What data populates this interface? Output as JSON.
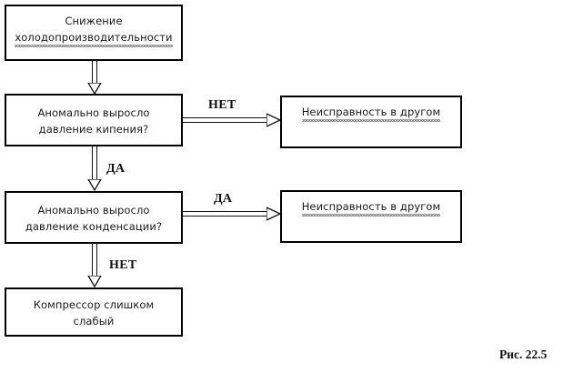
{
  "figure": {
    "caption": "Рис. 22.5",
    "background_color": "#ffffff",
    "line_color": "#000000"
  },
  "diagram": {
    "type": "flowchart",
    "title": "Снижение холодопроизводительности",
    "nodes": [
      {
        "id": "start",
        "label_line1": "Снижение",
        "label_line2": "холодопроизводительности",
        "spellcheck_underline": true,
        "shape": "rectangle"
      },
      {
        "id": "q1",
        "label_line1": "Аномально выросло",
        "label_line2": "давление кипения?",
        "spellcheck_underline": false,
        "shape": "rectangle"
      },
      {
        "id": "other1",
        "label_line1": "Неисправность в другом",
        "label_line2": "",
        "spellcheck_underline": true,
        "shape": "rectangle"
      },
      {
        "id": "q2",
        "label_line1": "Аномально выросло",
        "label_line2": "давление конденсации?",
        "spellcheck_underline": false,
        "shape": "rectangle"
      },
      {
        "id": "other2",
        "label_line1": "Неисправность в другом",
        "label_line2": "",
        "spellcheck_underline": true,
        "shape": "rectangle"
      },
      {
        "id": "result",
        "label_line1": "Компрессор слишком",
        "label_line2": "слабый",
        "spellcheck_underline": false,
        "shape": "rectangle"
      }
    ],
    "edges": [
      {
        "id": "e1",
        "from": "start",
        "to": "q1",
        "label": "",
        "direction": "down"
      },
      {
        "id": "e2",
        "from": "q1",
        "to": "other1",
        "label": "НЕТ",
        "direction": "right"
      },
      {
        "id": "e3",
        "from": "q1",
        "to": "q2",
        "label": "ДА",
        "direction": "down"
      },
      {
        "id": "e4",
        "from": "q2",
        "to": "other2",
        "label": "ДА",
        "direction": "right"
      },
      {
        "id": "e5",
        "from": "q2",
        "to": "result",
        "label": "НЕТ",
        "direction": "down"
      }
    ]
  }
}
